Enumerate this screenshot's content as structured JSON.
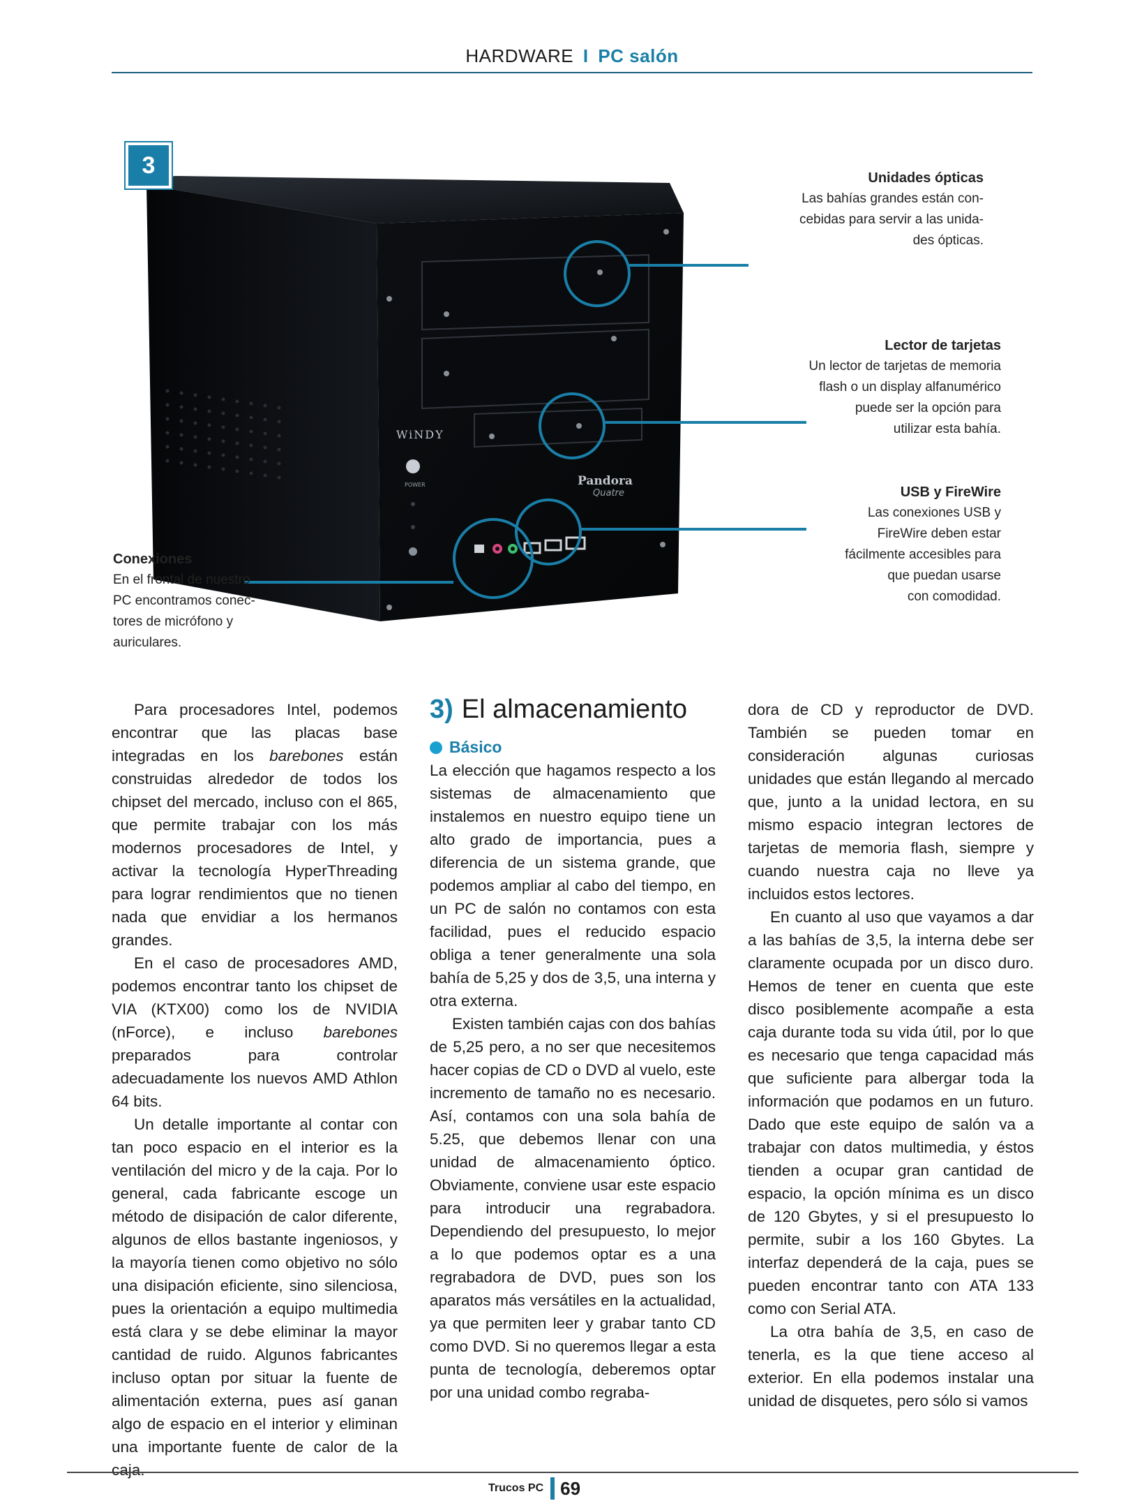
{
  "header": {
    "category": "HARDWARE",
    "separator": "I",
    "section": "PC salón"
  },
  "figure": {
    "number": "3",
    "brand_left": "WiNDY",
    "brand_right_1": "Pandora",
    "brand_right_2": "Quatre",
    "power_label": "POWER",
    "callouts": {
      "optical": {
        "title": "Unidades ópticas",
        "lines": [
          "Las bahías grandes están con-",
          "cebidas para servir a las unida-",
          "des ópticas."
        ]
      },
      "card_reader": {
        "title": "Lector de tarjetas",
        "lines": [
          "Un lector de tarjetas de memoria",
          "flash o un display alfanumérico",
          "puede ser la opción para",
          "utilizar esta bahía."
        ]
      },
      "usb": {
        "title": "USB y FireWire",
        "lines": [
          "Las conexiones USB y",
          "FireWire deben estar",
          "fácilmente accesibles para",
          "que puedan usarse",
          "con comodidad."
        ]
      },
      "connections": {
        "title": "Conexiones",
        "lines": [
          "En el frontal de nuestro",
          "PC encontramos conec-",
          "tores de micrófono y",
          "auriculares."
        ]
      }
    },
    "accent_color": "#1a7fa8"
  },
  "article": {
    "col1": {
      "p1": "Para procesadores Intel, podemos encontrar que las placas base integradas en los ",
      "p1_em": "barebones",
      "p1_end": " están construidas alrededor de todos los chipset del mercado, incluso con el 865, que permite trabajar con los más modernos procesadores de Intel, y activar la tecnología HyperThreading para lograr rendimientos que no tienen nada que envidiar a los hermanos grandes.",
      "p2": "En el caso de procesadores AMD, podemos encontrar tanto los chipset de VIA (KTX00) como los de NVIDIA (nForce), e incluso ",
      "p2_em": "barebones",
      "p2_end": " preparados para controlar adecuadamente los nuevos AMD Athlon 64 bits.",
      "p3": "Un detalle importante al contar con tan poco espacio en el interior es la ventilación del micro y de la caja. Por lo general, cada fabricante escoge un método de disipación de calor diferente, algunos de ellos bastante ingeniosos, y la mayoría tienen como objetivo no sólo una disipación eficiente, sino silenciosa, pues la orientación a equipo multimedia está clara y se debe eliminar la mayor cantidad de ruido. Algunos fabricantes incluso optan por situar la fuente de alimentación externa, pues así ganan algo de espacio en el interior y eliminan una importante fuente de calor de la caja."
    },
    "col2": {
      "heading_num": "3)",
      "heading": "El almacenamiento",
      "subheading": "Básico",
      "p1": "La elección que hagamos respecto a los sistemas de almacenamiento que instalemos en nuestro equipo tiene un alto grado de importancia, pues a diferencia de un sistema grande, que podemos ampliar al cabo del tiempo, en un PC de salón no contamos con esta facilidad, pues el reducido espacio obliga a tener generalmente una sola bahía de 5,25 y dos de 3,5, una interna y otra externa.",
      "p2": "Existen también cajas con dos bahías de 5,25 pero, a no ser que necesitemos hacer copias de CD o DVD al vuelo, este incremento de tamaño no es necesario. Así, contamos con una sola bahía de 5.25, que debemos llenar con una unidad de almacenamiento óptico. Obviamente, conviene usar este espacio para introducir una regrabadora. Dependiendo del presupuesto, lo mejor a lo que podemos optar es a una regrabadora de DVD, pues son los aparatos más versátiles en la actualidad, ya que permiten leer y grabar tanto CD como DVD. Si no queremos llegar a esta punta de tecnología, deberemos optar por una unidad combo regraba-"
    },
    "col3": {
      "p1": "dora de CD y reproductor de DVD. También se pueden tomar en consideración algunas curiosas unidades que están llegando al mercado que, junto a la unidad lectora, en su mismo espacio integran lectores de tarjetas de memoria flash, siempre y cuando nuestra caja no lleve ya incluidos estos lectores.",
      "p2": "En cuanto al uso que vayamos a dar a las bahías de 3,5, la interna debe ser claramente ocupada por un disco duro. Hemos de tener en cuenta que este disco posiblemente acompañe a esta caja durante toda su vida útil, por lo que es necesario que tenga capacidad más que suficiente para albergar toda la información que podamos en un futuro. Dado que este equipo de salón va a trabajar con datos multimedia, y éstos tienden a ocupar gran cantidad de espacio, la opción mínima es un disco de 120 Gbytes, y si el presupuesto lo permite, subir a los 160 Gbytes. La interfaz dependerá de la caja, pues se pueden encontrar tanto con ATA 133 como con Serial ATA.",
      "p3": "La otra bahía de 3,5, en caso de tenerla, es la que tiene acceso al exterior. En ella podemos instalar una unidad de disquetes, pero sólo si vamos"
    }
  },
  "footer": {
    "magazine": "Trucos PC",
    "page": "69"
  }
}
